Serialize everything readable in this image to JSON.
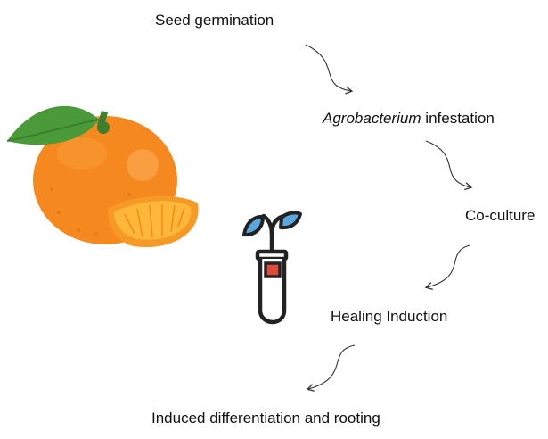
{
  "steps": [
    {
      "text": "Seed germination"
    },
    {
      "italic": "Agrobacterium",
      "text": " infestation"
    },
    {
      "text": "Co-culture"
    },
    {
      "text": "Healing Induction"
    },
    {
      "text": "Induced differentiation and rooting"
    }
  ],
  "colors": {
    "orange": "#f5891f",
    "orange_light": "#fbb15d",
    "leaf": "#4a9a3a",
    "segment": "#ffb73a",
    "sprout_leaf": "#5aa7dd",
    "tube_liquid": "#e04a3a",
    "arrow": "#333333"
  },
  "icons": [
    "mandarin-orange-icon",
    "orange-segment-icon",
    "seedling-test-tube-icon"
  ]
}
